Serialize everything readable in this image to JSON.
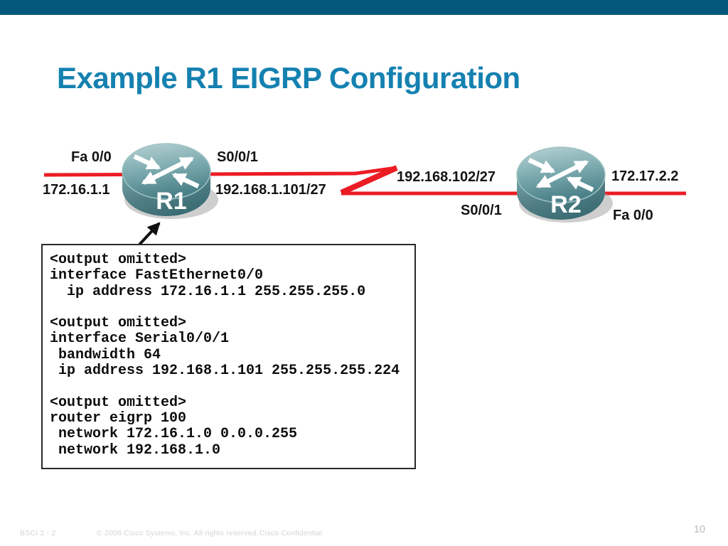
{
  "slide": {
    "title": "Example R1 EIGRP Configuration",
    "page_number": "10",
    "footer": {
      "course": "BSCI 2 - 2",
      "copyright": "© 2006 Cisco Systems, Inc. All rights reserved.",
      "confidential": "Cisco Confidential"
    },
    "colors": {
      "top_bar": "#04587c",
      "title_text": "#1581b0",
      "link_red": "#ec1c24",
      "router_teal": "#5e949a",
      "label_text": "#141414"
    }
  },
  "diagram": {
    "routers": [
      {
        "label": "R1"
      },
      {
        "label": "R2"
      }
    ],
    "labels": {
      "r1_fa_port": "Fa 0/0",
      "r1_fa_ip": "172.16.1.1",
      "r1_serial_port": "S0/0/1",
      "r1_serial_ip": "192.168.1.101/27",
      "wan_subnet": "192.168.102/27",
      "r2_serial_port": "S0/0/1",
      "r2_fa_ip": "172.17.2.2",
      "r2_fa_port": "Fa 0/0"
    }
  },
  "config": {
    "lines": [
      "<output omitted>",
      "interface FastEthernet0/0",
      "  ip address 172.16.1.1 255.255.255.0",
      "",
      "<output omitted>",
      "interface Serial0/0/1",
      " bandwidth 64",
      " ip address 192.168.1.101 255.255.255.224",
      "",
      "<output omitted>",
      "router eigrp 100",
      " network 172.16.1.0 0.0.0.255",
      " network 192.168.1.0"
    ]
  }
}
